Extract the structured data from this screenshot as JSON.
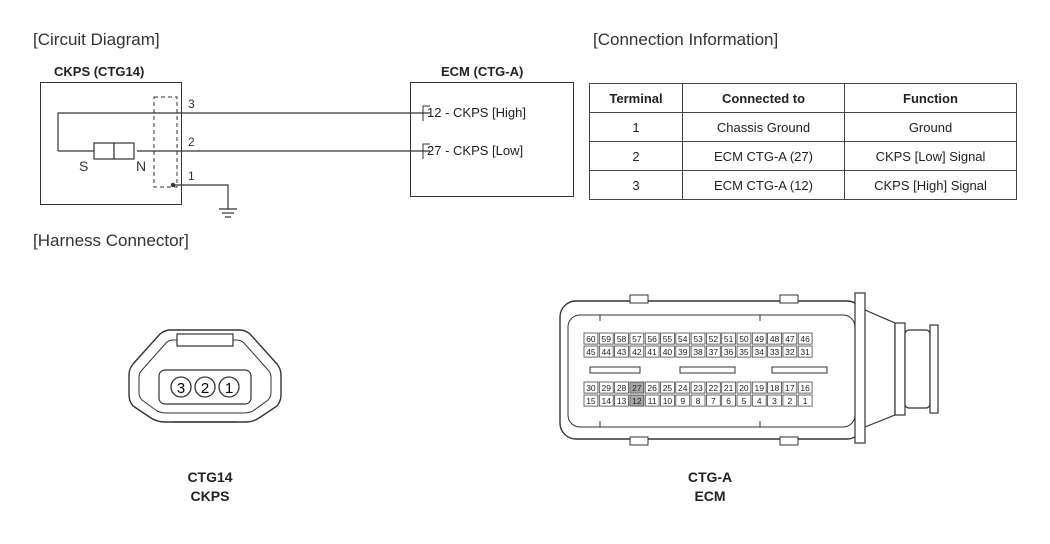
{
  "titles": {
    "circuit": "[Circuit Diagram]",
    "connection": "[Connection Information]",
    "harness": "[Harness Connector]"
  },
  "ckps_box": {
    "title": "CKPS (CTG14)",
    "pins": [
      "3",
      "2",
      "1"
    ],
    "sensor_s": "S",
    "sensor_n": "N"
  },
  "ecm_box": {
    "title": "ECM (CTG-A)",
    "pin_high": "12 - CKPS [High]",
    "pin_low": "27 - CKPS [Low]"
  },
  "connection_table": {
    "headers": [
      "Terminal",
      "Connected to",
      "Function"
    ],
    "rows": [
      [
        "1",
        "Chassis Ground",
        "Ground"
      ],
      [
        "2",
        "ECM CTG-A (27)",
        "CKPS [Low] Signal"
      ],
      [
        "3",
        "ECM CTG-A (12)",
        "CKPS [High] Signal"
      ]
    ]
  },
  "ckps_connector": {
    "pins": [
      "3",
      "2",
      "1"
    ],
    "caption_line1": "CTG14",
    "caption_line2": "CKPS"
  },
  "ecm_connector": {
    "top_row1": [
      "60",
      "59",
      "58",
      "57",
      "56",
      "55",
      "54",
      "53",
      "52",
      "51",
      "50",
      "49",
      "48",
      "47",
      "46"
    ],
    "top_row2": [
      "45",
      "44",
      "43",
      "42",
      "41",
      "40",
      "39",
      "38",
      "37",
      "36",
      "35",
      "34",
      "33",
      "32",
      "31"
    ],
    "bottom_row1": [
      "30",
      "29",
      "28",
      "27",
      "26",
      "25",
      "24",
      "23",
      "22",
      "21",
      "20",
      "19",
      "18",
      "17",
      "16"
    ],
    "bottom_row2": [
      "15",
      "14",
      "13",
      "12",
      "11",
      "10",
      "9",
      "8",
      "7",
      "6",
      "5",
      "4",
      "3",
      "2",
      "1"
    ],
    "highlighted_pins": [
      "27",
      "12"
    ],
    "highlight_color": "#a8a8a8",
    "caption_line1": "CTG-A",
    "caption_line2": "ECM"
  }
}
